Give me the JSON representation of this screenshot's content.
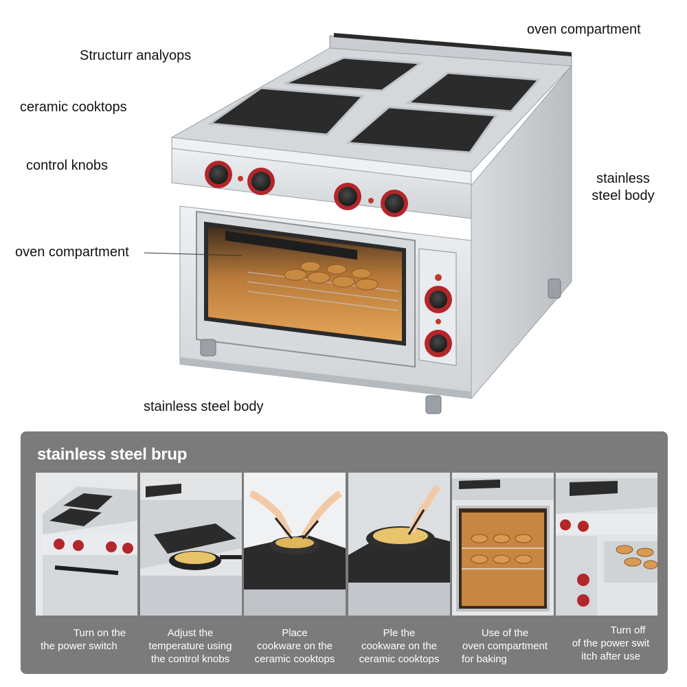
{
  "diagram": {
    "labels": {
      "structure": "Structurr analyops",
      "ceramic_cooktops": "ceramic cooktops",
      "control_knobs": "control knobs",
      "oven_compartment_left": "oven compartment",
      "oven_compartment_top": "oven compartment",
      "stainless_right_line1": "stainless",
      "stainless_right_line2": "steel body",
      "stainless_bottom": "stainless steel body"
    }
  },
  "steps_panel": {
    "title": "stainless steel brup",
    "steps": [
      {
        "line1": "Turn on the",
        "line2": "the power switch",
        "line3": ""
      },
      {
        "line1": "Adjust the",
        "line2": "temperature using",
        "line3": "the control knobs"
      },
      {
        "line1": "Place",
        "line2": "cookware on the",
        "line3": "ceramic cooktops"
      },
      {
        "line1": "Ple the",
        "line2": "cookware on the",
        "line3": "ceramic cooktops"
      },
      {
        "line1": "Use of the",
        "line2": "oven compartment",
        "line3": "for baking"
      },
      {
        "line1": "Turn off",
        "line2": "of the power swit",
        "line3": "itch after use"
      }
    ]
  },
  "colors": {
    "steel_light": "#e4e6e8",
    "steel_mid": "#c3c7cb",
    "steel_dark": "#9da2a7",
    "cooktop": "#2b2b2b",
    "knob_red": "#b3262a",
    "panel_bg": "#7b7b7b"
  }
}
